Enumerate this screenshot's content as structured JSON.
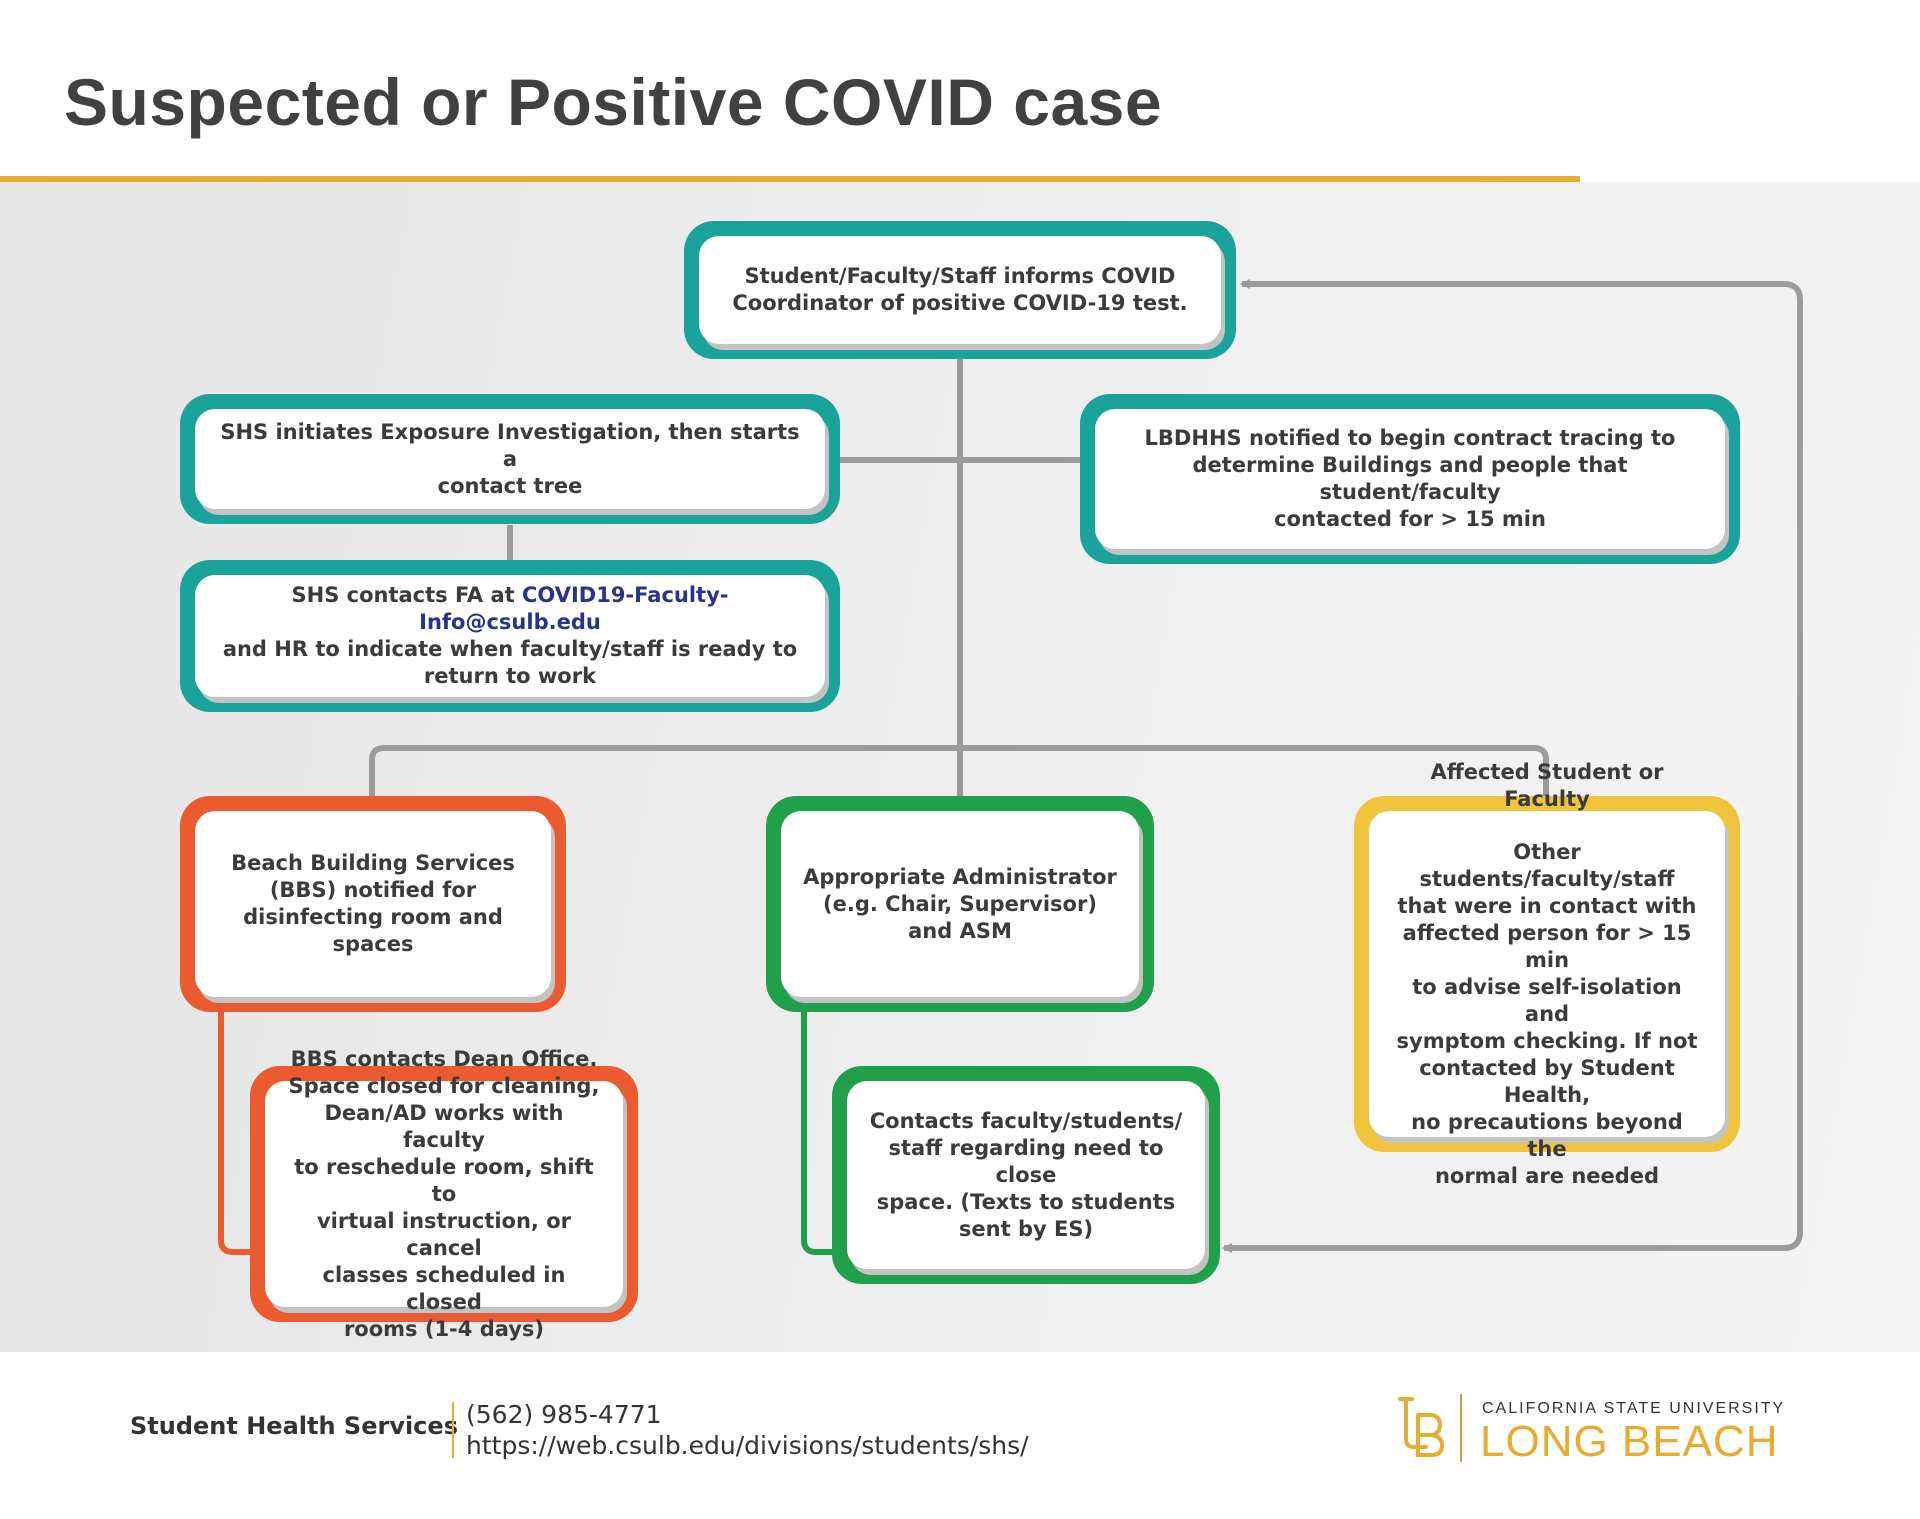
{
  "title": "Suspected or Positive COVID case",
  "colors": {
    "accent": "#e8ac2f",
    "teal": "#19a39a",
    "orange": "#ec5a30",
    "green": "#1fa049",
    "gold": "#f0c53d",
    "connector": "#9b9b9b"
  },
  "nodes": {
    "inform": "Student/Faculty/Staff informs COVID\nCoordinator of positive COVID-19 test.",
    "investigation": "SHS initiates Exposure Investigation, then starts a\ncontact tree",
    "lbdhhs": "LBDHHS notified to begin contract tracing to\ndetermine Buildings and people that student/faculty\ncontacted for > 15 min",
    "shs_contacts": {
      "prefix": "SHS contacts FA at ",
      "email": "COVID19-Faculty-Info@csulb.edu",
      "suffix": "\nand HR to indicate when faculty/staff is ready to\nreturn to work"
    },
    "bbs": "Beach Building Services\n(BBS) notified for\ndisinfecting room and spaces",
    "bbs_dean": "BBS contacts Dean Office.\nSpace closed for cleaning,\nDean/AD works with faculty\nto reschedule room, shift to\nvirtual instruction, or cancel\nclasses scheduled in closed\nrooms (1-4 days)",
    "administrator": "Appropriate Administrator\n(e.g. Chair, Supervisor)\nand ASM",
    "contacts_close": "Contacts faculty/students/\nstaff regarding need to close\nspace. (Texts to students\nsent by ES)",
    "affected": {
      "heading": "Affected Student or Faculty",
      "body": "Other students/faculty/staff\nthat were in contact with\naffected person for > 15 min\nto advise self-isolation and\nsymptom checking. If not\ncontacted by Student Health,\nno precautions beyond the\nnormal are needed"
    }
  },
  "footer": {
    "name": "Student Health Services",
    "phone": "(562) 985-4771",
    "url": "https://web.csulb.edu/divisions/students/shs/"
  },
  "logo": {
    "line1": "CALIFORNIA STATE UNIVERSITY",
    "line2": "LONG BEACH"
  }
}
